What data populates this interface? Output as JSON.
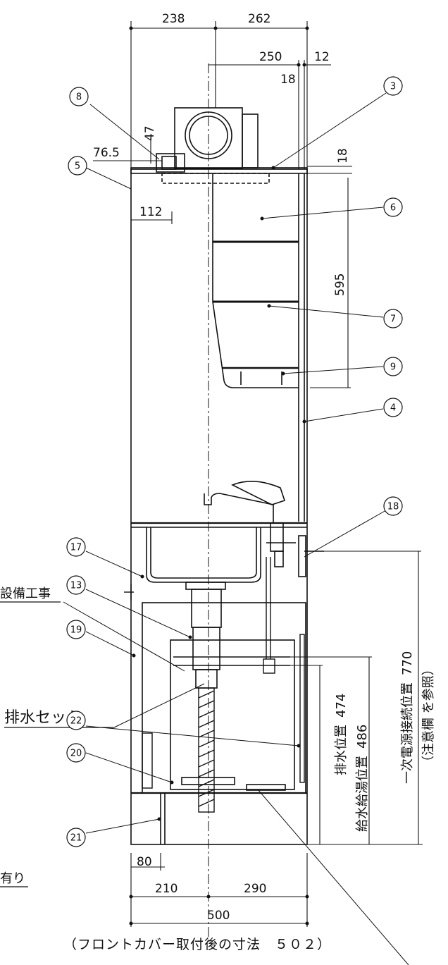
{
  "dimensions": {
    "d238": "238",
    "d262": "262",
    "d250": "250",
    "d12": "12",
    "d18a": "18",
    "d18b": "18",
    "d47": "47",
    "d76_5": "76.5",
    "d112": "112",
    "d595": "595",
    "d770": "770",
    "d486": "486",
    "d474": "474",
    "d80": "80",
    "d210": "210",
    "d290": "290",
    "d500": "500"
  },
  "callouts": [
    "3",
    "5",
    "6",
    "7",
    "8",
    "9",
    "4",
    "18",
    "17",
    "13",
    "19",
    "22",
    "20",
    "21"
  ],
  "labels": {
    "equipment_work": "設備工事",
    "drain_set": "排水セット",
    "drain_position": "排水位置",
    "water_supply_position": "給水給湯位置",
    "power_connection": "一次電源接続位置",
    "see_notes": "（注意欄 を参照）",
    "cut_note": "有り",
    "front_cover_note": "（フロントカバー取付後の寸法　５０２）"
  },
  "colors": {
    "line": "#111111",
    "background": "#ffffff"
  }
}
